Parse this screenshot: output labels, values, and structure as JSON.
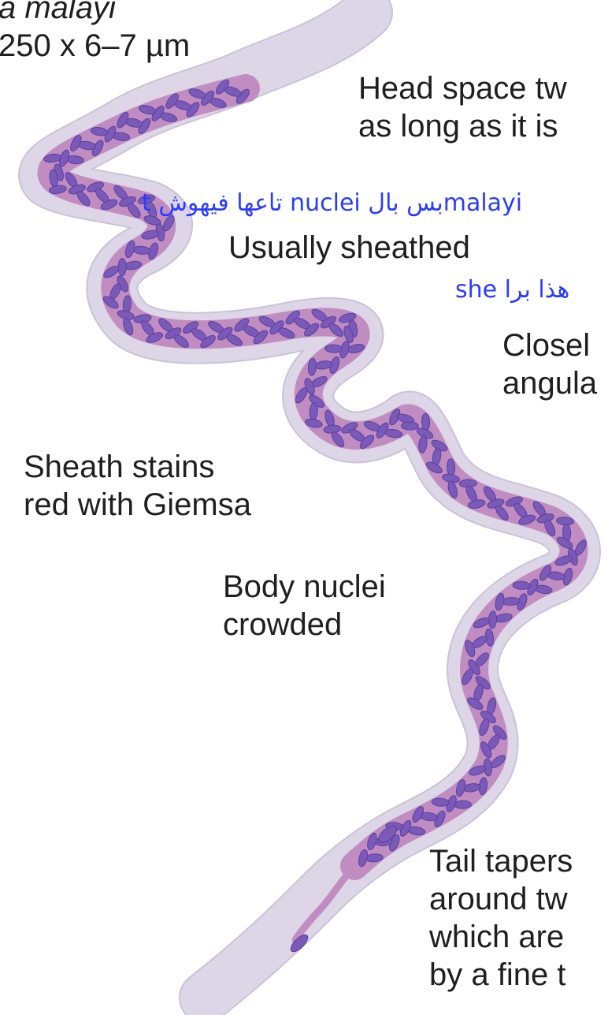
{
  "title": {
    "species": "a malayi",
    "size": "250 x 6–7 µm"
  },
  "labels": {
    "head_space": [
      "Head space tw",
      "as long as it is"
    ],
    "usually_sheathed": "Usually sheathed",
    "closely": [
      "Closel",
      "angula"
    ],
    "sheath_stains": [
      "Sheath stains",
      "red with Giemsa"
    ],
    "body_nuclei": [
      "Body nuclei",
      "crowded"
    ],
    "tail": [
      "Tail tapers",
      "around tw",
      "which are",
      "by a fine t"
    ]
  },
  "notes": {
    "nuclei": "t تاعها فيهوش nuclei بس بالmalayi",
    "sheath": "هذا برا she"
  },
  "colors": {
    "sheath": "#ddd6e6",
    "sheath_edge": "#cbc2da",
    "body": "#c18dc0",
    "nucleus": "#7a5ab8",
    "nucleus_dark": "#5c3f9e",
    "annotation_text": "#2a3cff"
  }
}
